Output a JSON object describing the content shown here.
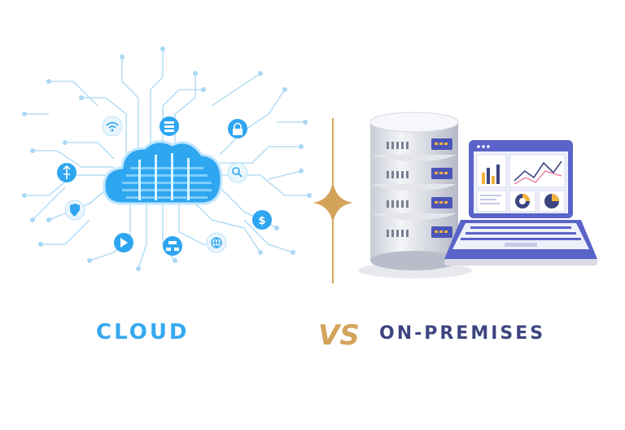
{
  "labels": {
    "cloud": "CLOUD",
    "vs": "VS",
    "on_premises": "ON-PREMISES"
  },
  "colors": {
    "cloud_blue": "#36a9f0",
    "circuit_blue": "#9fd4f3",
    "divider_gold": "#d4a35a",
    "navy": "#3c4580",
    "laptop_purple": "#5a63c8"
  },
  "icons": [
    "wifi-icon",
    "server-rack-icon",
    "lock-icon",
    "usb-icon",
    "search-icon",
    "shield-icon",
    "dollar-icon",
    "play-icon",
    "network-icon",
    "globe-icon"
  ]
}
